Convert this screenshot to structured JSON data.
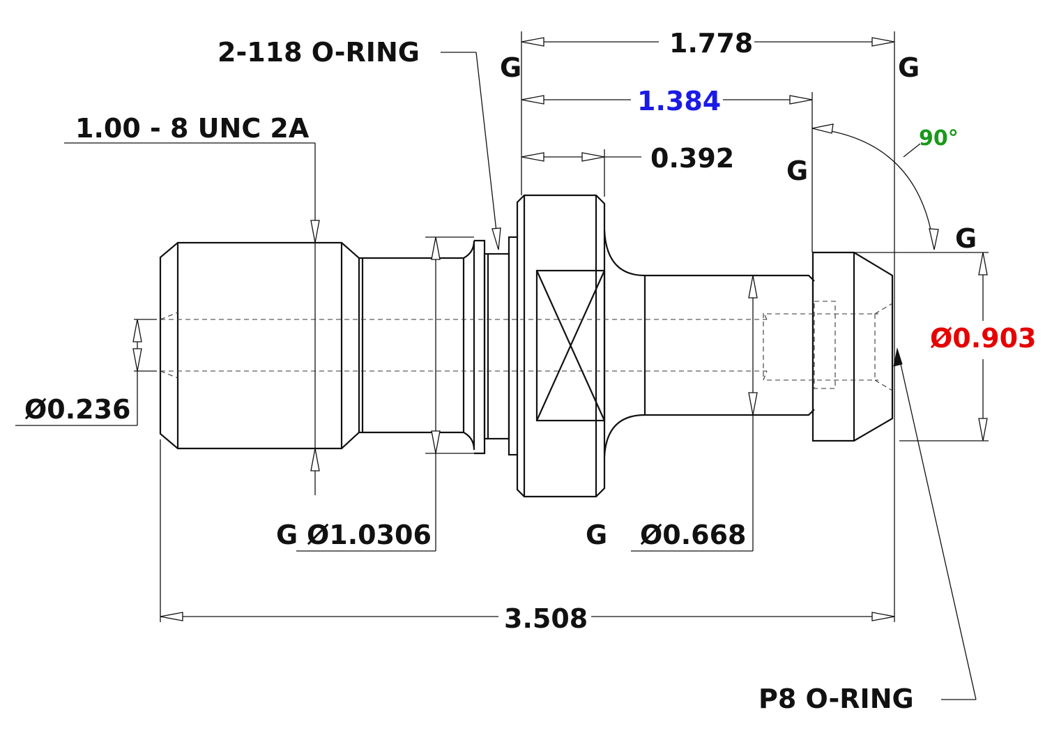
{
  "drawing": {
    "labels": {
      "oring_2_118": "2-118 O-RING",
      "thread": "1.00 - 8 UNC 2A",
      "dim_1778": "1.778",
      "dim_1384": "1.384",
      "dim_0392": "0.392",
      "angle_90": "90°",
      "dia_0903": "Ø0.903",
      "dia_0236": "Ø0.236",
      "dia_10306": "Ø1.0306",
      "dia_0668": "Ø0.668",
      "dim_3508": "3.508",
      "p8_oring": "P8 O-RING",
      "g_top_left": "G",
      "g_top_right": "G",
      "g_mid": "G",
      "g_right": "G",
      "g_bottom_left": "G",
      "g_bottom_mid": "G"
    },
    "colors": {
      "line": "#111111",
      "blue_dimension": "#1a1ae6",
      "green_angle": "#1a9a1a",
      "red_dimension": "#e60000"
    }
  }
}
